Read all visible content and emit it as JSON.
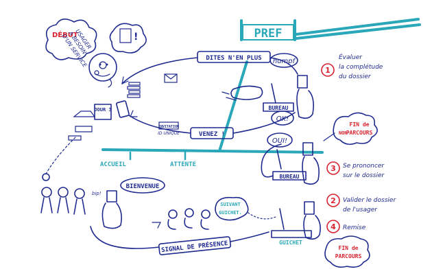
{
  "colors": {
    "ink": "#1f2a8f",
    "teal": "#2aa7b8",
    "red": "#d8232f",
    "paper": "#ffffff"
  },
  "start": {
    "label": "DÉBUT",
    "line1": "USAGER",
    "line2": "A BESOIN",
    "line3": "D'UN SERVICE"
  },
  "pref_label": "PREF",
  "top_bubble": "DITES N'EN PLUS",
  "humpf": "humpf",
  "ok": "OK!",
  "oui": "OUI!",
  "bureau1": "BUREAU",
  "bureau2": "BUREAU",
  "jour": "JOUR 3",
  "invitation": {
    "line1": "INVITATION",
    "line2": "ID UNIQUE"
  },
  "venez": "VENEZ !",
  "accueil": "ACCUEIL",
  "attente": "ATTENTE",
  "bienvenue": "BIENVENUE",
  "bip": "bip!",
  "suivant": {
    "line1": "SUIVANT",
    "line2": "GUICHET."
  },
  "signal": "SIGNAL DE PRÉSENCE",
  "guichet": "GUICHET",
  "fin1": {
    "non": "NON",
    "line1": "FIN de",
    "line2": "PARCOURS"
  },
  "fin2": {
    "line1": "FIN de",
    "line2": "PARCOURS"
  },
  "steps": [
    {
      "num": "1",
      "line1": "Évaluer",
      "line2": "la complétude",
      "line3": "du dossier"
    },
    {
      "num": "3",
      "line1": "Se prononcer",
      "line2": "sur le dossier"
    },
    {
      "num": "2",
      "line1": "Valider le dossier",
      "line2": "de l'usager"
    },
    {
      "num": "4",
      "line1": "Remise"
    }
  ]
}
